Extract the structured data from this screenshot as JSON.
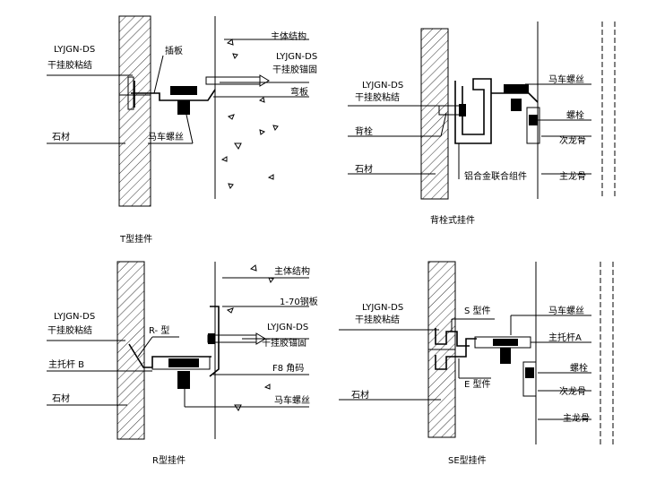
{
  "diagrams": [
    {
      "caption": "T型挂件",
      "labels": {
        "adhesive_1": "LYJGN-DS",
        "adhesive_2": "干挂胶粘结",
        "insert_plate": "插板",
        "structure": "主体结构",
        "anchor_1": "LYJGN-DS",
        "anchor_2": "干挂胶锚固",
        "bent_plate": "弯板",
        "stone": "石材",
        "bolt": "马车螺丝"
      }
    },
    {
      "caption": "背栓式挂件",
      "labels": {
        "adhesive_1": "LYJGN-DS",
        "adhesive_2": "干挂胶粘结",
        "carriage_bolt": "马车螺丝",
        "back_bolt": "背栓",
        "bolt": "螺栓",
        "secondary_keel": "次龙骨",
        "stone": "石材",
        "assembly": "铝合金联合组件",
        "main_keel": "主龙骨"
      }
    },
    {
      "caption": "R型挂件",
      "labels": {
        "structure": "主体结构",
        "steel_plate": "1-70钢板",
        "adhesive_1": "LYJGN-DS",
        "adhesive_2": "干挂胶粘结",
        "r_type": "R- 型",
        "anchor_1": "LYJGN-DS",
        "anchor_2": "干挂胶锚固",
        "support_rod": "主托杆 B",
        "angle": "F8 角码",
        "stone": "石材",
        "bolt": "马车螺丝"
      }
    },
    {
      "caption": "SE型挂件",
      "labels": {
        "adhesive_1": "LYJGN-DS",
        "adhesive_2": "干挂胶粘结",
        "s_type": "S 型件",
        "carriage_bolt": "马车螺丝",
        "support_rod": "主托杆A",
        "e_type": "E 型件",
        "bolt": "螺栓",
        "secondary_keel": "次龙骨",
        "stone": "石材",
        "main_keel": "主龙骨"
      }
    }
  ]
}
